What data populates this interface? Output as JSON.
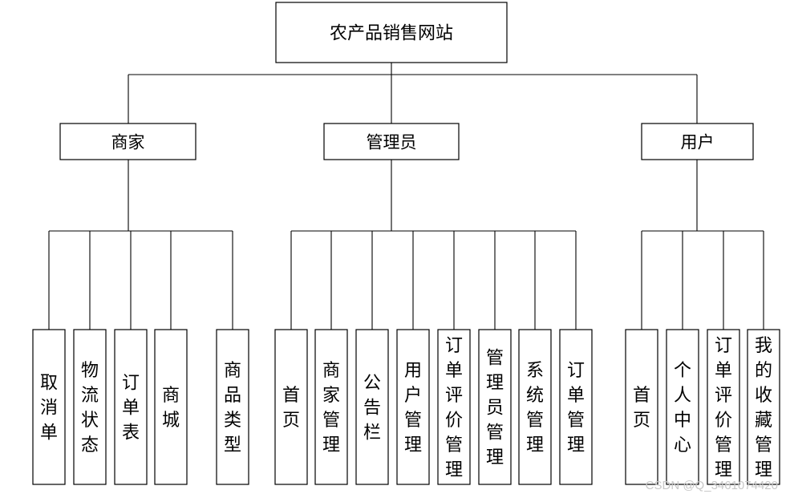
{
  "diagram": {
    "root": "农产品销售网站",
    "branches": [
      {
        "label": "商家",
        "children": [
          "取消单",
          "物流状态",
          "订单表",
          "商城",
          "商品类型"
        ]
      },
      {
        "label": "管理员",
        "children": [
          "首页",
          "商家管理",
          "公告栏",
          "用户管理",
          "订单评价管理",
          "管理员管理",
          "系统管理",
          "订单管理"
        ]
      },
      {
        "label": "用户",
        "children": [
          "首页",
          "个人中心",
          "订单评价管理",
          "我的收藏管理"
        ]
      }
    ]
  },
  "watermark": "CSDN @Q_3461074420"
}
